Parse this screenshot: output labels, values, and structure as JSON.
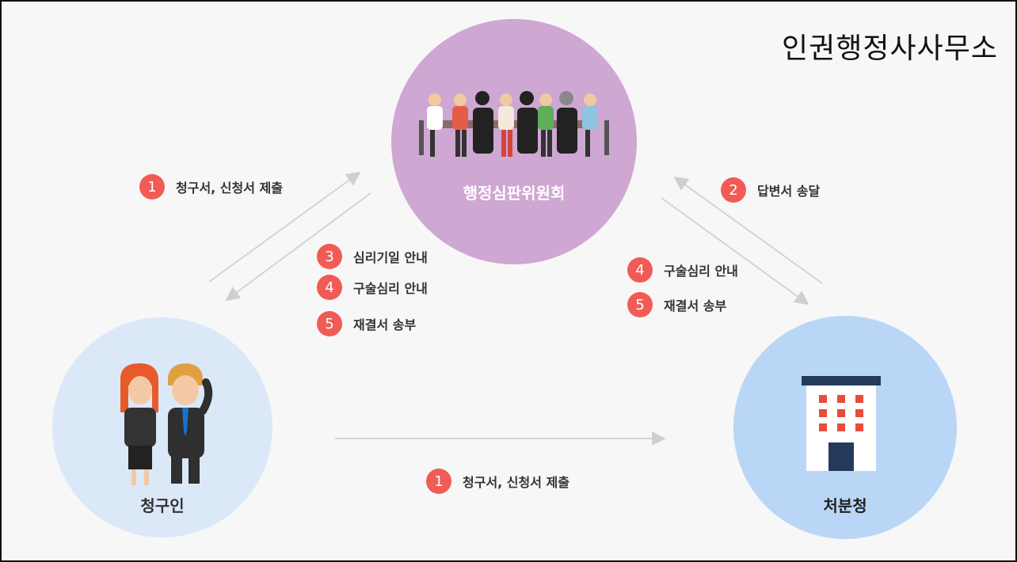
{
  "brand": "인권행정사사무소",
  "nodes": {
    "committee": {
      "label": "행정심판위원회",
      "color": "#cfa7d3"
    },
    "claimant": {
      "label": "청구인",
      "color": "#dbe8f8"
    },
    "agency": {
      "label": "처분청",
      "color": "#b9d6f6"
    }
  },
  "steps": {
    "left_up": {
      "num": "1",
      "text": "청구서, 신청서 제출"
    },
    "left_down": [
      {
        "num": "3",
        "text": "심리기일 안내"
      },
      {
        "num": "4",
        "text": "구술심리 안내"
      },
      {
        "num": "5",
        "text": "재결서 송부"
      }
    ],
    "right_up": {
      "num": "2",
      "text": "답변서 송달"
    },
    "right_down": [
      {
        "num": "4",
        "text": "구술심리 안내"
      },
      {
        "num": "5",
        "text": "재결서 송부"
      }
    ],
    "bottom": {
      "num": "1",
      "text": "청구서, 신청서 제출"
    }
  },
  "colors": {
    "badge": "#f05c55",
    "arrow": "#cfcfcf"
  }
}
